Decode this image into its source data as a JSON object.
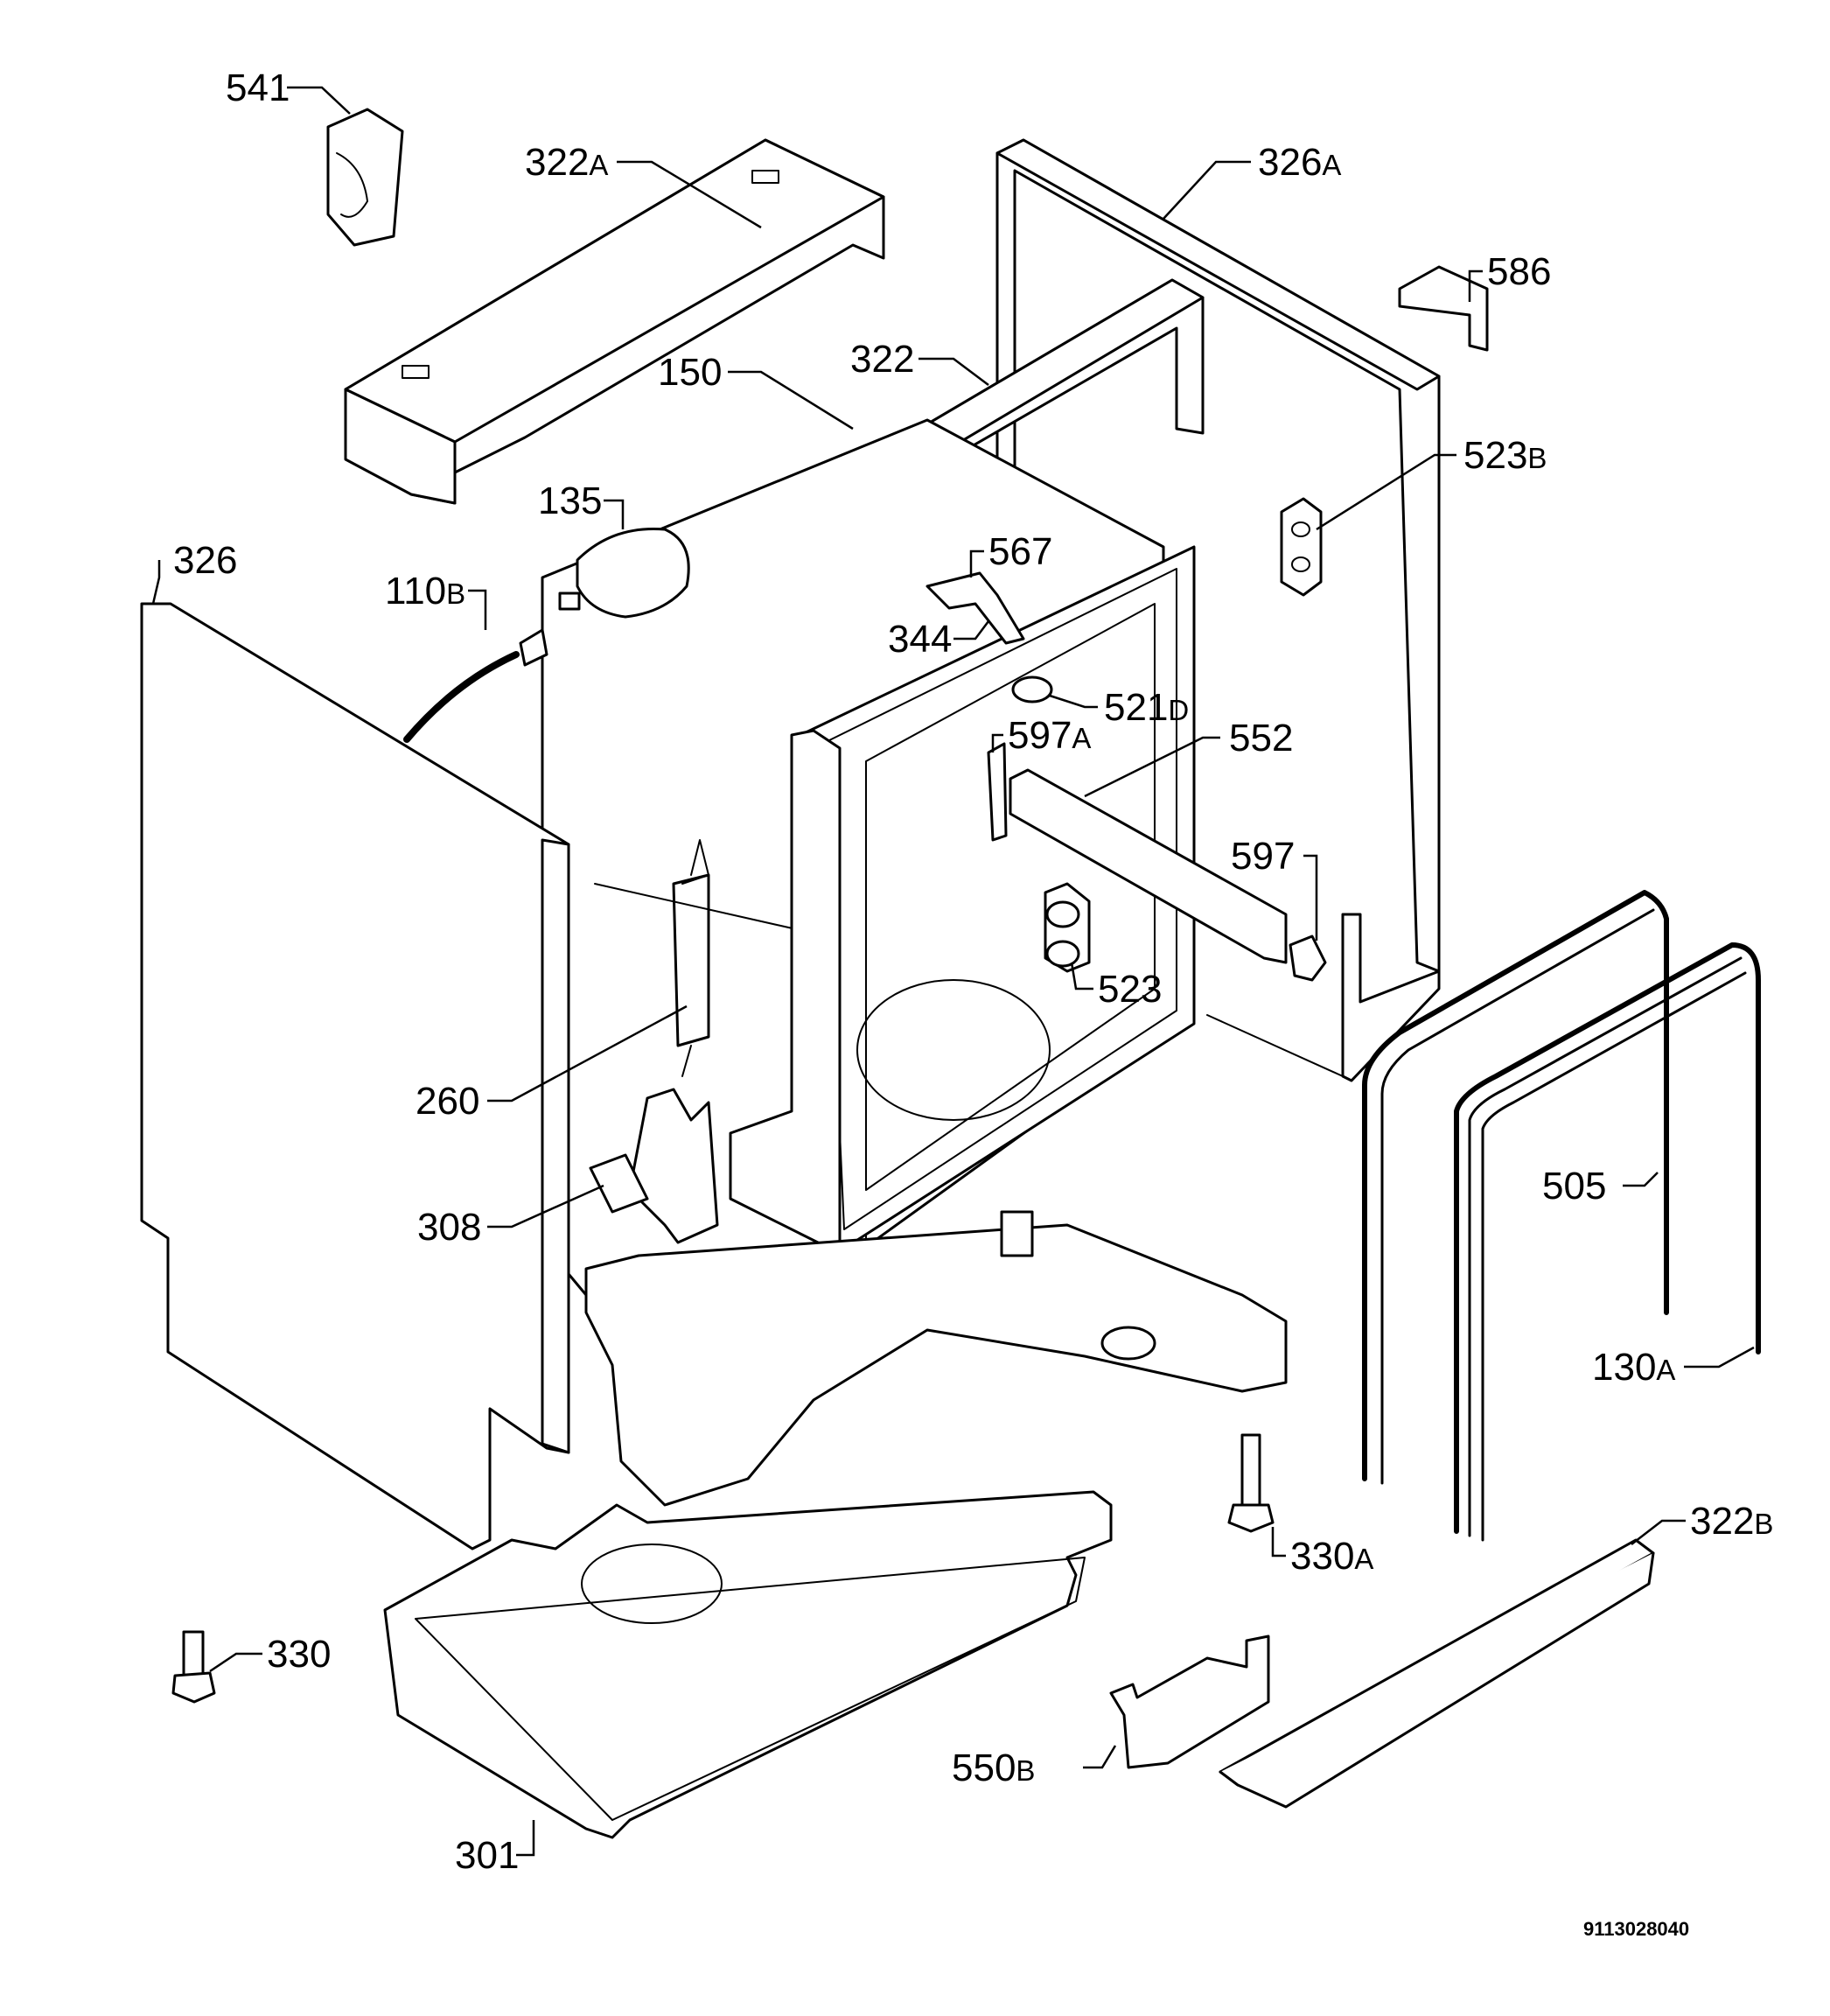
{
  "labels": {
    "p541": {
      "num": "541",
      "suffix": ""
    },
    "p322A": {
      "num": "322",
      "suffix": "A"
    },
    "p326A": {
      "num": "326",
      "suffix": "A"
    },
    "p586": {
      "num": "586",
      "suffix": ""
    },
    "p150": {
      "num": "150",
      "suffix": ""
    },
    "p322": {
      "num": "322",
      "suffix": ""
    },
    "p523B": {
      "num": "523",
      "suffix": "B"
    },
    "p135": {
      "num": "135",
      "suffix": ""
    },
    "p326": {
      "num": "326",
      "suffix": ""
    },
    "p110B": {
      "num": "110",
      "suffix": "B"
    },
    "p567": {
      "num": "567",
      "suffix": ""
    },
    "p344": {
      "num": "344",
      "suffix": ""
    },
    "p521D": {
      "num": "521",
      "suffix": "D"
    },
    "p597A": {
      "num": "597",
      "suffix": "A"
    },
    "p552": {
      "num": "552",
      "suffix": ""
    },
    "p597": {
      "num": "597",
      "suffix": ""
    },
    "p523": {
      "num": "523",
      "suffix": ""
    },
    "p260": {
      "num": "260",
      "suffix": ""
    },
    "p505": {
      "num": "505",
      "suffix": ""
    },
    "p308": {
      "num": "308",
      "suffix": ""
    },
    "p130A": {
      "num": "130",
      "suffix": "A"
    },
    "p330A": {
      "num": "330",
      "suffix": "A"
    },
    "p322B": {
      "num": "322",
      "suffix": "B"
    },
    "p330": {
      "num": "330",
      "suffix": ""
    },
    "p550B": {
      "num": "550",
      "suffix": "B"
    },
    "p301": {
      "num": "301",
      "suffix": ""
    }
  },
  "drawing_code": "9113028040"
}
